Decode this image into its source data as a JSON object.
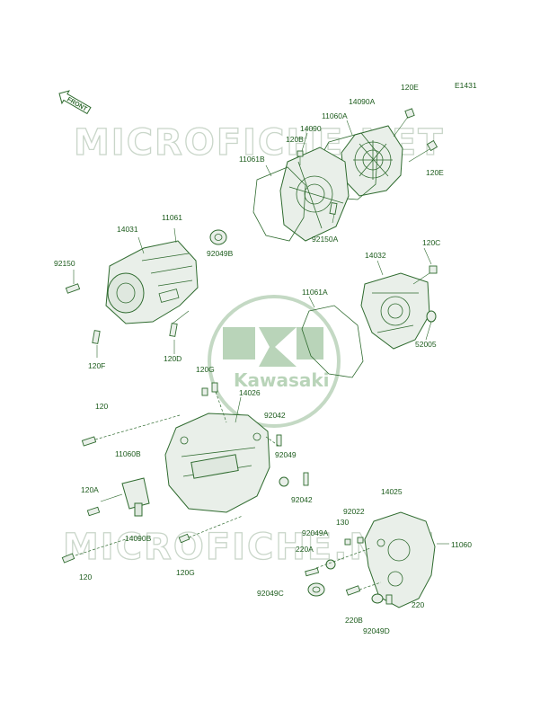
{
  "diagram_code": "E1431",
  "front_label": "FRONT",
  "watermark_text": "MICROFICHE.NET",
  "logo_text": "Kawasaki",
  "colors": {
    "line": "#2f6b2f",
    "text": "#1d5c1d",
    "watermark": "#c9d6c9",
    "logo": "#b9d4b9"
  },
  "parts": [
    {
      "id": "p1",
      "label": "120E"
    },
    {
      "id": "p2",
      "label": "14090A"
    },
    {
      "id": "p3",
      "label": "11060A"
    },
    {
      "id": "p4",
      "label": "14090"
    },
    {
      "id": "p5",
      "label": "120B"
    },
    {
      "id": "p6",
      "label": "11061B"
    },
    {
      "id": "p7",
      "label": "120E"
    },
    {
      "id": "p8",
      "label": "14031"
    },
    {
      "id": "p9",
      "label": "11061"
    },
    {
      "id": "p10",
      "label": "92150A"
    },
    {
      "id": "p11",
      "label": "92049B"
    },
    {
      "id": "p12",
      "label": "92150"
    },
    {
      "id": "p13",
      "label": "120C"
    },
    {
      "id": "p14",
      "label": "14032"
    },
    {
      "id": "p15",
      "label": "11061A"
    },
    {
      "id": "p16",
      "label": "52005"
    },
    {
      "id": "p17",
      "label": "120F"
    },
    {
      "id": "p18",
      "label": "120D"
    },
    {
      "id": "p19",
      "label": "120G"
    },
    {
      "id": "p20",
      "label": "14026"
    },
    {
      "id": "p21",
      "label": "120"
    },
    {
      "id": "p22",
      "label": "92042"
    },
    {
      "id": "p23",
      "label": "92049"
    },
    {
      "id": "p24",
      "label": "11060B"
    },
    {
      "id": "p25",
      "label": "120A"
    },
    {
      "id": "p26",
      "label": "92042"
    },
    {
      "id": "p27",
      "label": "14090B"
    },
    {
      "id": "p28",
      "label": "14025"
    },
    {
      "id": "p29",
      "label": "92022"
    },
    {
      "id": "p30",
      "label": "130"
    },
    {
      "id": "p31",
      "label": "92049A"
    },
    {
      "id": "p32",
      "label": "11060"
    },
    {
      "id": "p33",
      "label": "220A"
    },
    {
      "id": "p34",
      "label": "120"
    },
    {
      "id": "p35",
      "label": "120G"
    },
    {
      "id": "p36",
      "label": "92049C"
    },
    {
      "id": "p37",
      "label": "220"
    },
    {
      "id": "p38",
      "label": "220B"
    },
    {
      "id": "p39",
      "label": "92049D"
    }
  ]
}
